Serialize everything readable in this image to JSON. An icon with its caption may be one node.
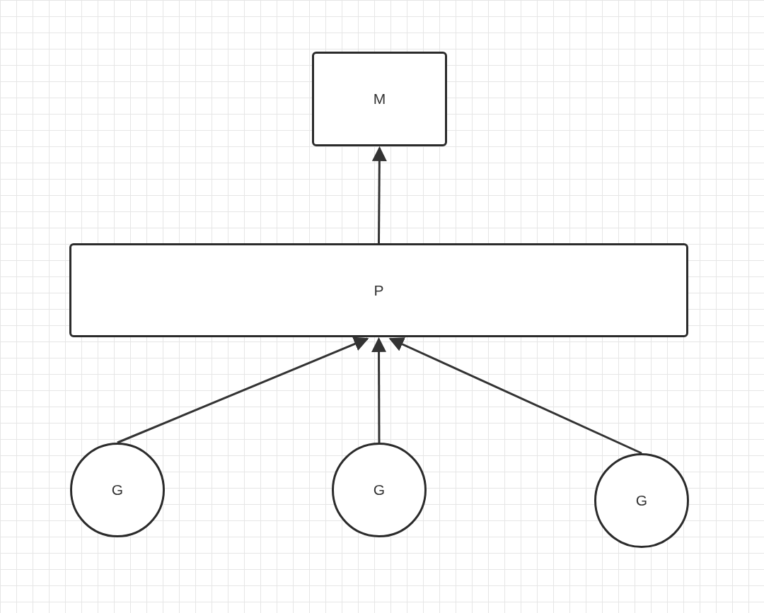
{
  "diagram": {
    "nodes": [
      {
        "text": [
          "M"
        ]
      },
      {
        "text": [
          "P"
        ]
      },
      {
        "text": [
          "G"
        ]
      },
      {
        "text": [
          "G"
        ]
      },
      {
        "text": [
          "G"
        ]
      }
    ],
    "edges": [
      {
        "from": 1,
        "to": 0,
        "arrow": "to"
      },
      {
        "from": 2,
        "to": 1,
        "arrow": "to"
      },
      {
        "from": 3,
        "to": 1,
        "arrow": "to"
      },
      {
        "from": 4,
        "to": 1,
        "arrow": "to"
      }
    ]
  }
}
